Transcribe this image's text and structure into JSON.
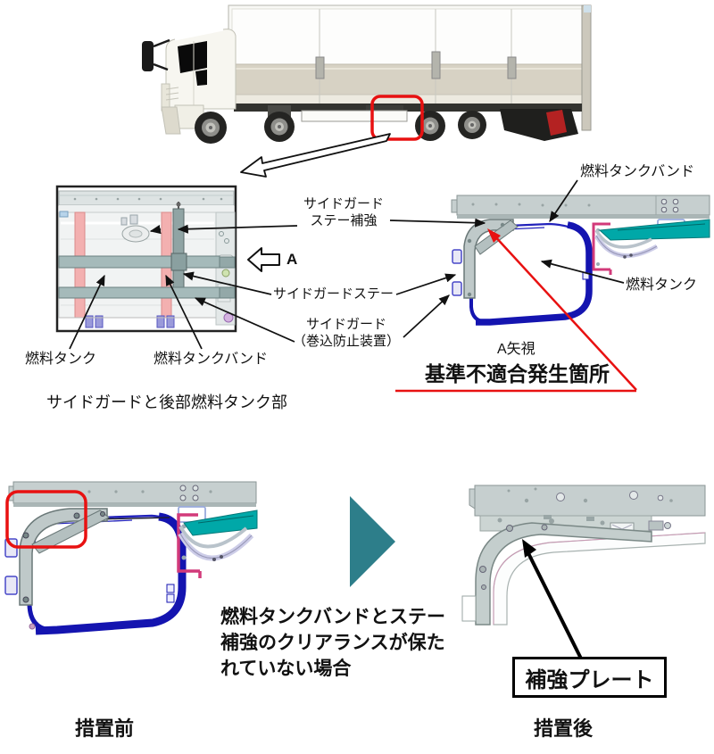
{
  "side_view_section": {
    "stay_reinforcement_line1": "サイドガード",
    "stay_reinforcement_line2": "ステー補強",
    "view_arrow_letter": "A",
    "side_guard_stay": "サイドガードステー",
    "side_guard_line1": "サイドガード",
    "side_guard_line2": "（巻込防止装置）",
    "fuel_tank": "燃料タンク",
    "fuel_tank_band": "燃料タンクバンド",
    "section_caption": "サイドガードと後部燃料タンク部"
  },
  "a_view_section": {
    "fuel_tank_band": "燃料タンクバンド",
    "fuel_tank": "燃料タンク",
    "view_name": "A矢視",
    "nonconformance_location": "基準不適合発生箇所"
  },
  "bottom_section": {
    "before_label": "措置前",
    "after_label": "措置後",
    "condition_line1": "燃料タンクバンドとステー",
    "condition_line2": "補強のクリアランスが保た",
    "condition_line3": "れていない場合",
    "plate_label": "補強プレート"
  },
  "colors": {
    "highlight_red": "#e81111",
    "band_blue": "#1414b0",
    "teal_part": "#00a8a8",
    "magenta_bracket": "#d23a7a",
    "pink_band": "#f3b0b0",
    "rail_gray": "#c6cfcf",
    "transition_arrow_teal": "#2d7e8a"
  }
}
